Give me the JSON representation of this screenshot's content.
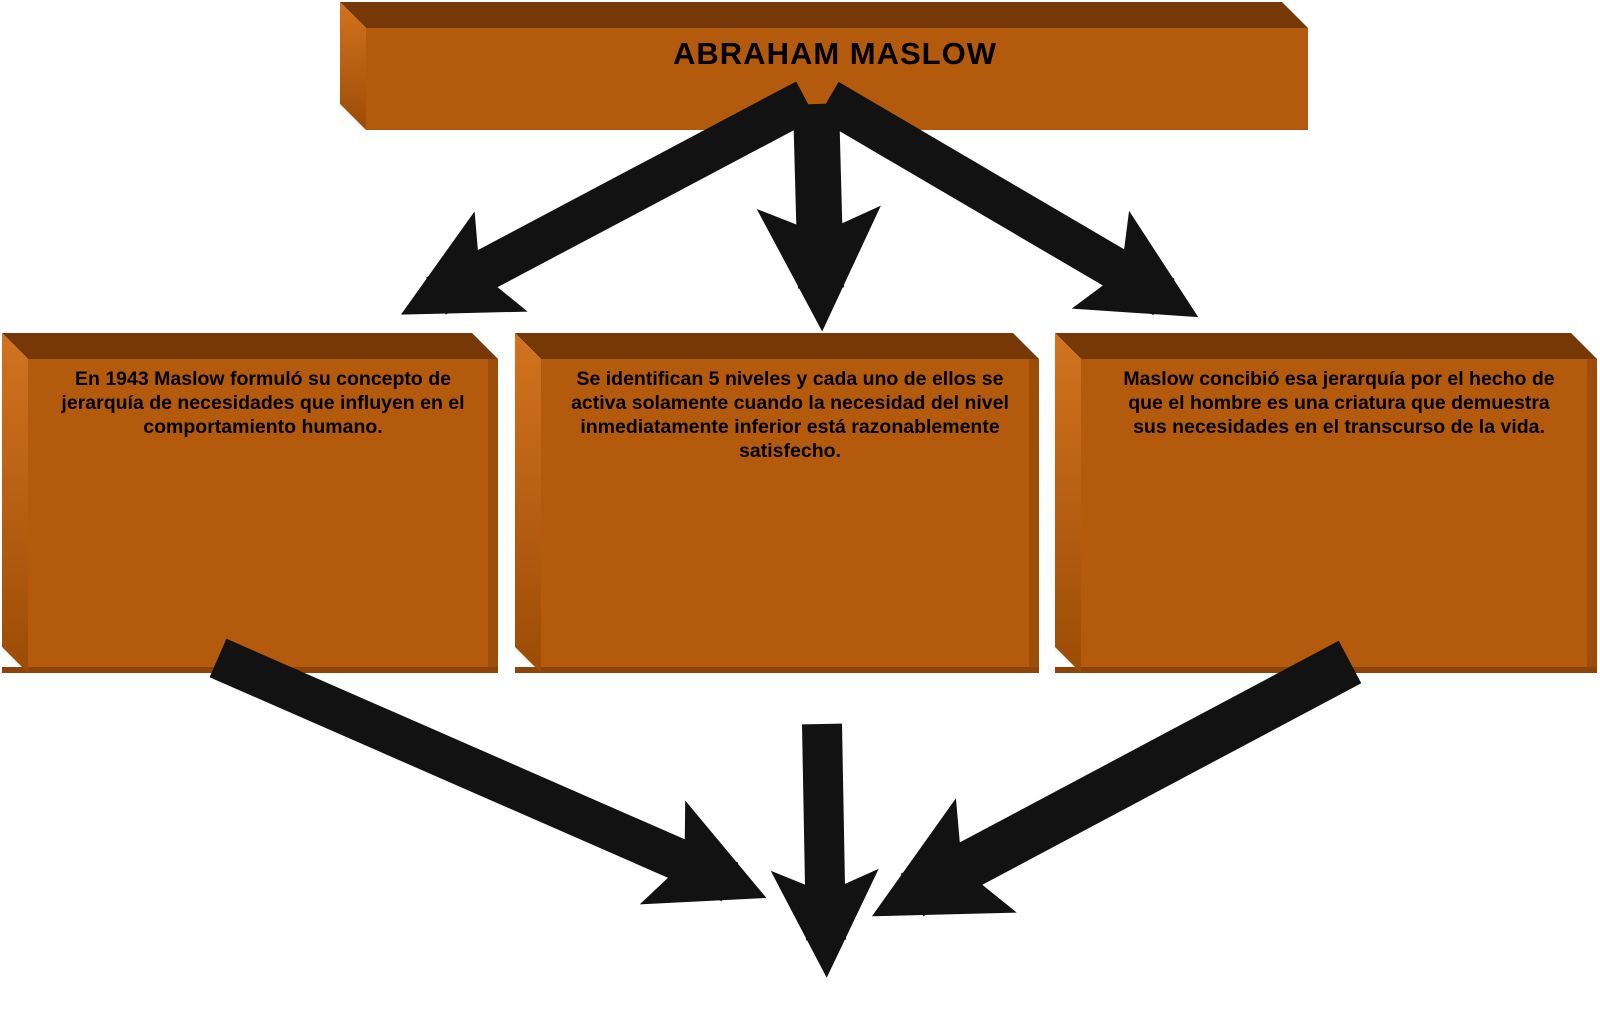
{
  "diagram": {
    "title": "ABRAHAM MASLOW",
    "boxes": [
      {
        "id": "box-left",
        "text": "En 1943 Maslow formuló su concepto de jerarquía de necesidades que influyen en el comportamiento humano."
      },
      {
        "id": "box-center",
        "text": "Se identifican 5 niveles y cada uno de ellos se activa solamente cuando la necesidad del nivel inmediatamente inferior está razonablemente satisfecho."
      },
      {
        "id": "box-right",
        "text": "Maslow concibió esa jerarquía por el hecho de que el hombre es una criatura que demuestra sus necesidades en el transcurso de la vida."
      }
    ],
    "connectors": [
      {
        "name": "arrow-title-to-left-box",
        "from": "title",
        "to": "box-left"
      },
      {
        "name": "arrow-title-to-center-box",
        "from": "title",
        "to": "box-center"
      },
      {
        "name": "arrow-title-to-right-box",
        "from": "title",
        "to": "box-right"
      },
      {
        "name": "arrow-left-box-to-merge-point",
        "from": "box-left",
        "to": "merge-point"
      },
      {
        "name": "arrow-center-box-to-merge-point",
        "from": "box-center",
        "to": "merge-point"
      },
      {
        "name": "arrow-right-box-to-merge-point",
        "from": "box-right",
        "to": "merge-point"
      }
    ],
    "colors": {
      "background": "#FFFFFF",
      "box_face": "#B45A0C",
      "box_bevel_dark": "#763806",
      "box_bevel_light": "#D2731F",
      "box_edge_shadow": "#8E4406",
      "arrow": "#121212",
      "text": "#000000"
    }
  }
}
